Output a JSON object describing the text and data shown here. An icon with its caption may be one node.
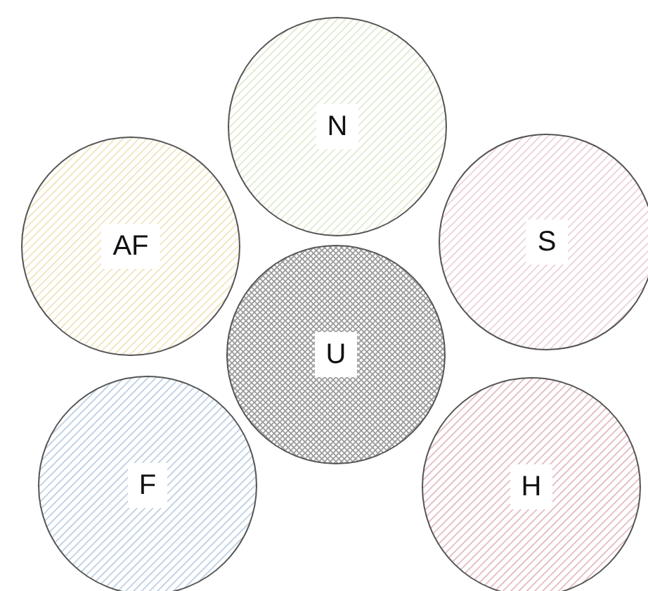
{
  "diagram": {
    "nodes": [
      {
        "text": [
          "N"
        ]
      },
      {
        "text": [
          "AF"
        ]
      },
      {
        "text": [
          "S"
        ]
      },
      {
        "text": [
          "U"
        ]
      },
      {
        "text": [
          "F"
        ]
      },
      {
        "text": [
          "H"
        ]
      }
    ]
  }
}
